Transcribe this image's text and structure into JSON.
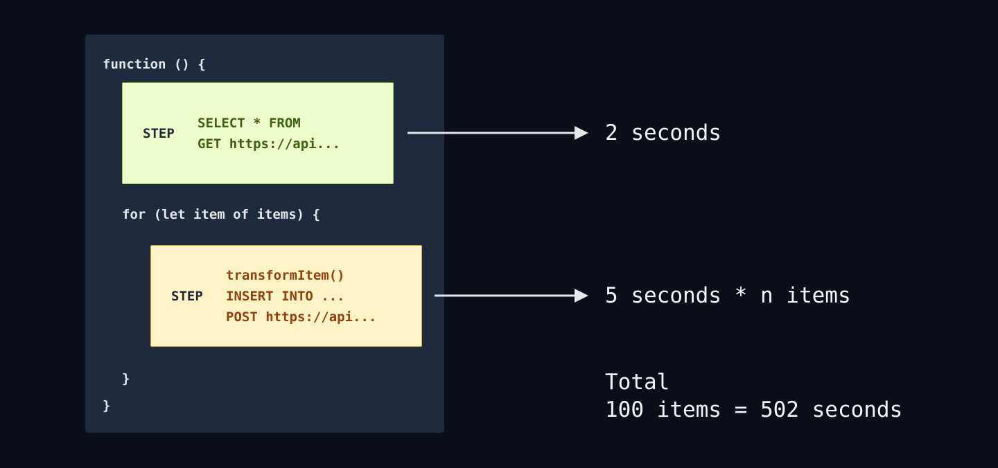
{
  "code": {
    "function_open": "function () {",
    "loop_open": "for (let item of items) {",
    "loop_close": "}",
    "function_close": "}"
  },
  "steps": [
    {
      "label": "STEP",
      "lines": [
        "SELECT * FROM",
        "GET https://api..."
      ],
      "result": "2 seconds"
    },
    {
      "label": "STEP",
      "lines": [
        "transformItem()",
        "INSERT INTO ...",
        "POST https://api..."
      ],
      "result": "5 seconds * n items"
    }
  ],
  "total": {
    "label": "Total",
    "value": "100 items = 502 seconds"
  },
  "colors": {
    "background": "#0b0f19",
    "panel": "#1f2a3c",
    "step1_fill": "#ecfccb",
    "step1_text": "#3f6212",
    "step2_fill": "#fef3c7",
    "step2_text": "#92400e",
    "arrow": "#e5e7eb"
  }
}
